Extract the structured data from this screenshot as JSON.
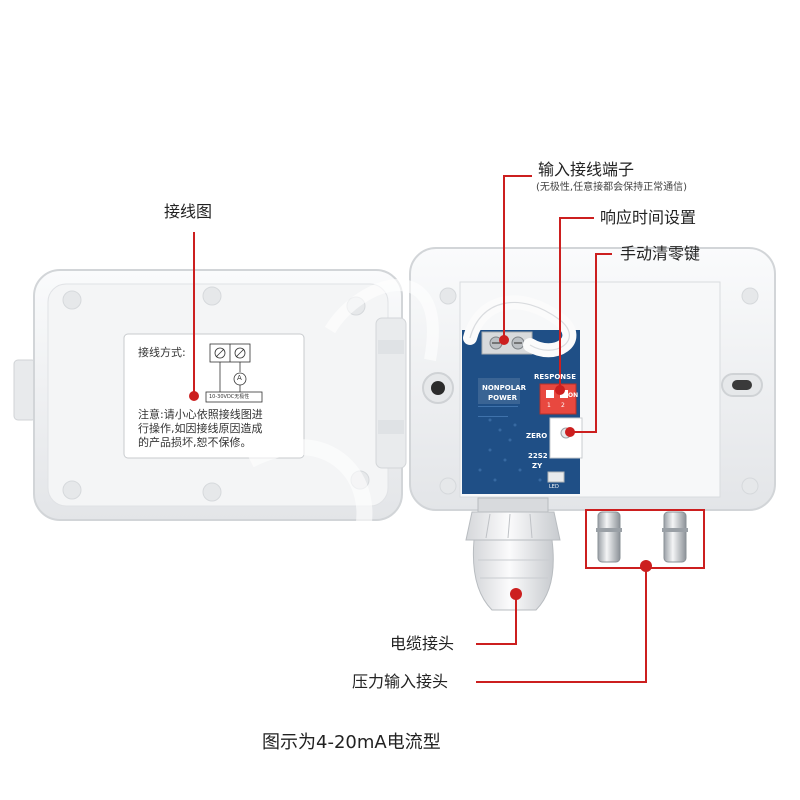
{
  "callouts": {
    "wiring_diagram": "接线图",
    "input_terminal": "输入接线端子",
    "input_terminal_note": "(无极性,任意接都会保持正常通信)",
    "response_time": "响应时间设置",
    "manual_zero": "手动清零键",
    "cable_connector": "电缆接头",
    "pressure_connector": "压力输入接头"
  },
  "caption": "图示为4-20mA电流型",
  "wiring_card": {
    "title": "接线方式:",
    "supply_label": "10-30VDC无极性",
    "meter_symbol": "A",
    "warning_lines": [
      "注意:请小心依照接线图进",
      "行操作,如因接线原因造成",
      "的产品损坏,恕不保修。"
    ]
  },
  "board": {
    "power_label_1": "NONPOLAR",
    "power_label_2": "POWER",
    "response_label": "RESPONSE",
    "switch_on": "ON",
    "switch_pos_1": "1",
    "switch_pos_2": "2",
    "zero_label": "ZERO",
    "code_line_1": "22S2",
    "code_line_2": "ZY",
    "led_label": "LED"
  },
  "colors": {
    "callout_red": "#cc1f1f",
    "case_white": "#f2f3f4",
    "pcb_blue": "#1f4f86",
    "switch_red": "#e8483f"
  }
}
